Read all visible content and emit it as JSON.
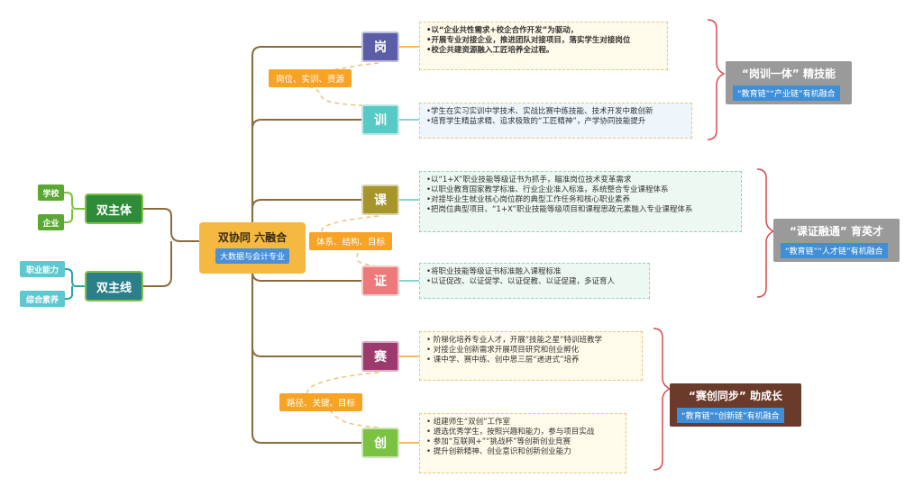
{
  "center": {
    "title": "双协同  六融合",
    "subtitle": "大数据与会计专业"
  },
  "left": [
    {
      "label": "双主体",
      "children": [
        "学校",
        "企业"
      ]
    },
    {
      "label": "双主线",
      "children": [
        "职业能力",
        "综合素养"
      ]
    }
  ],
  "branches": [
    {
      "label": "岗",
      "lines": [
        "•以“企业共性需求+校企合作开发”为驱动，",
        "•开展专业对接企业，推进团队对接项目，落实学生对接岗位",
        "•校企共建资源融入工匠培养全过程。"
      ]
    },
    {
      "label": "训",
      "lines": [
        "•学生在实习实训中学技术、实战比赛中练技能、技术开发中敢创新",
        "•培育学生精益求精、追求极致的“工匠精神”，产学协同技能提升"
      ]
    },
    {
      "label": "课",
      "lines": [
        "•以“1+X”职业技能等级证书为抓手，瞄准岗位技术变革需求",
        "•以职业教育国家教学标准、行业企业准入标准，系统整合专业课程体系",
        "•对接毕业生就业核心岗位群的典型工作任务和核心职业素养",
        "•把岗位典型项目、“1+X”职业技能等级项目和课程思政元素融入专业课程体系"
      ]
    },
    {
      "label": "证",
      "lines": [
        "•将职业技能等级证书标准融入课程标准",
        "•以证促改、以证促学、以证促教、以证促建，多证育人"
      ]
    },
    {
      "label": "赛",
      "lines": [
        "• 阶梯化培养专业人才，开展“技能之星”特训班教学",
        "• 对接企业创新需求开展项目研究和创业孵化",
        "• 课中学、赛中练、创中思三层“递进式”培养"
      ]
    },
    {
      "label": "创",
      "lines": [
        "• 组建师生“双创”工作室",
        "• 遴选优秀学生，按照兴趣和能力，参与项目实战",
        "• 参加“互联网+”“挑战杯”等创新创业竞赛",
        "• 提升创新精神、创业意识和创新创业能力"
      ]
    }
  ],
  "tags": [
    "岗位、实训、资源",
    "体系、结构、目标",
    "路径、关键、目标"
  ],
  "summaries": [
    {
      "title": "“岗训一体”  精技能",
      "subtitle": "“教育链”“产业链”有机融合"
    },
    {
      "title": "“课证融通”  育英才",
      "subtitle": "“教育链”“人才链”有机融合"
    },
    {
      "title": "“赛创同步”  助成长",
      "subtitle": "“教育链”“创新链”有机融合"
    }
  ],
  "colors": {
    "connector": "#8b6b3d",
    "gang": "#5b5ea6",
    "xun": "#58c9c4",
    "ke": "#a6952b",
    "zheng": "#ec7a7a",
    "sai": "#9c3a6e",
    "chuang": "#7cc242",
    "tag": "#f7a325",
    "center": "#f5b942",
    "bracket": "#d94a4a"
  },
  "icons": [
    "bracket-right"
  ]
}
